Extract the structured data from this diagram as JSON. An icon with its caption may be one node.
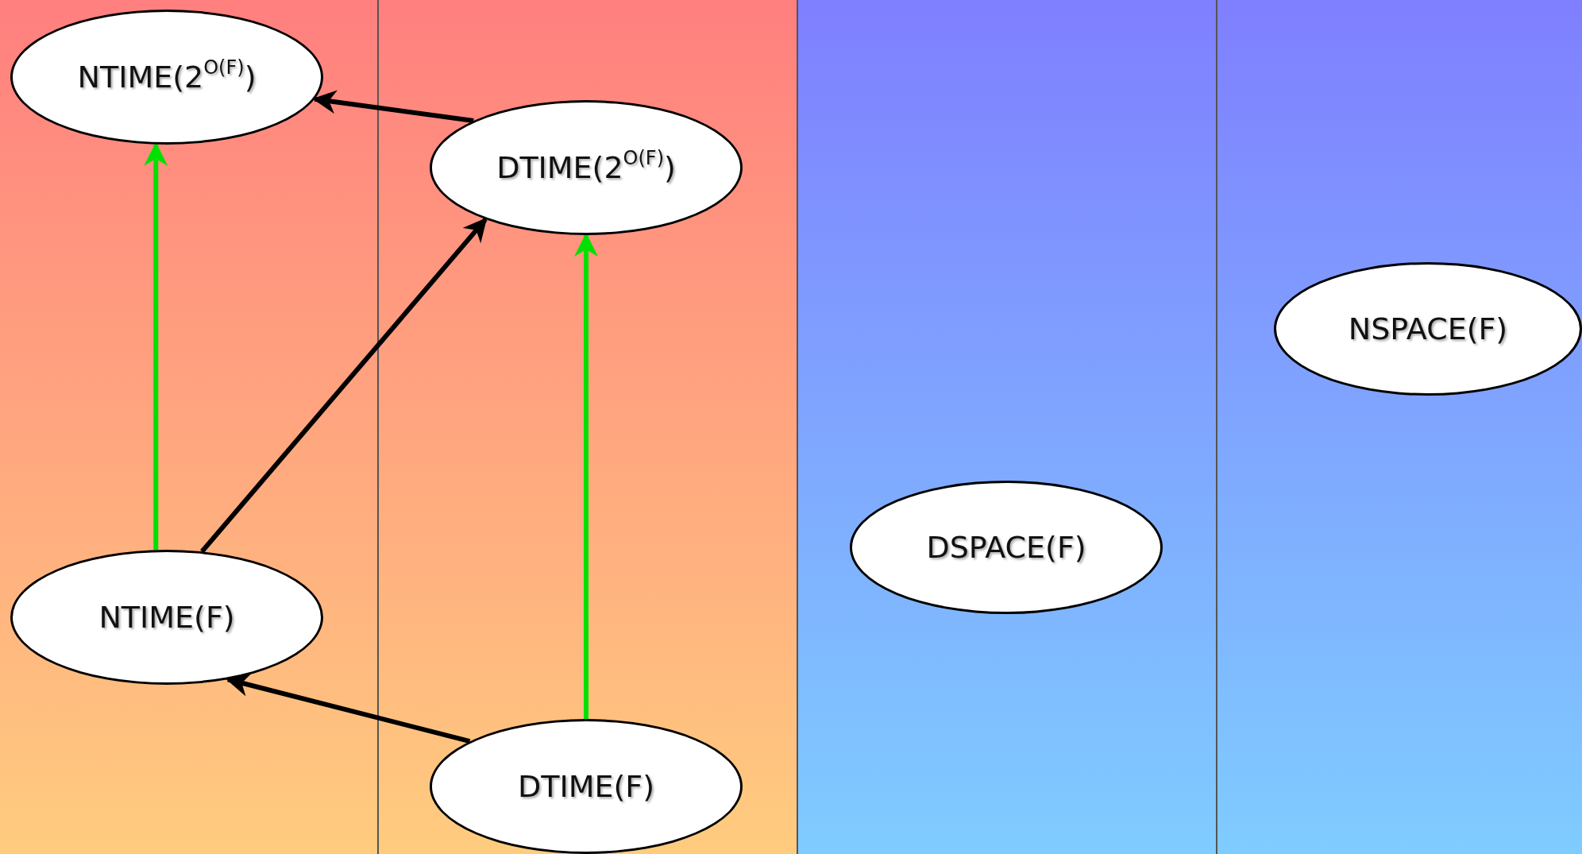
{
  "diagram": {
    "nodes": [
      {
        "text": [
          "NTIME(2$^{O(F)}$)"
        ]
      },
      {
        "text": [
          "DTIME(2$^{O(F)}$)"
        ]
      },
      {
        "text": [
          "NSPACE(F)"
        ]
      },
      {
        "text": [
          "DSPACE(F)"
        ]
      },
      {
        "text": [
          "NTIME(F)"
        ]
      },
      {
        "text": [
          "DTIME(F)"
        ]
      }
    ],
    "edges": [
      {
        "from": 1,
        "to": 0,
        "arrow": "to"
      },
      {
        "from": 4,
        "to": 0,
        "arrow": "to",
        "color": "#00e000"
      },
      {
        "from": 4,
        "to": 1,
        "arrow": "to"
      },
      {
        "from": 5,
        "to": 4,
        "arrow": "to"
      },
      {
        "from": 5,
        "to": 1,
        "arrow": "to",
        "color": "#00e000"
      }
    ]
  }
}
